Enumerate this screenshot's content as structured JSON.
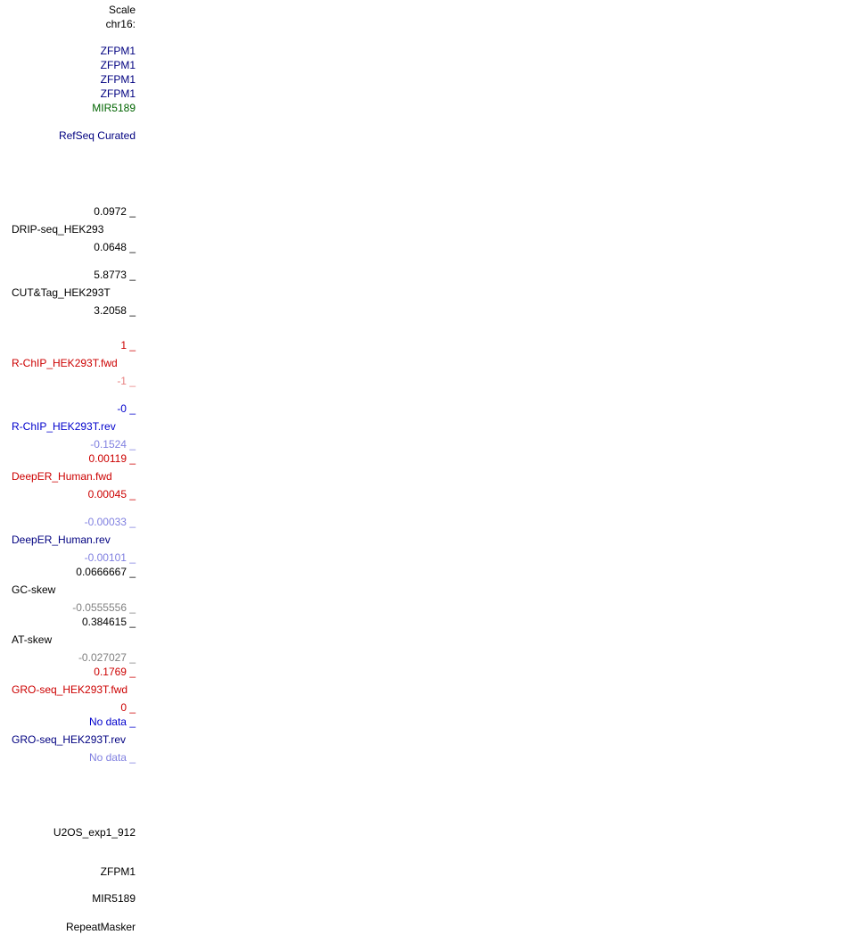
{
  "colors": {
    "black": "#000000",
    "navy": "#000080",
    "green": "#006400",
    "red": "#cc0000",
    "pink": "#e88080",
    "blue": "#0000cc",
    "light_blue": "#8080e0",
    "gray": "#808080"
  },
  "header": {
    "scale": "Scale",
    "chrom": "chr16:"
  },
  "gene_labels": [
    {
      "text": "ZFPM1",
      "color": "#000080"
    },
    {
      "text": "ZFPM1",
      "color": "#000080"
    },
    {
      "text": "ZFPM1",
      "color": "#000080"
    },
    {
      "text": "ZFPM1",
      "color": "#000080"
    },
    {
      "text": "MIR5189",
      "color": "#006400"
    }
  ],
  "refseq_title": "RefSeq Curated",
  "tracks": {
    "drip": {
      "name": "DRIP-seq_HEK293",
      "max": "0.0972 _",
      "min": "0.0648 _"
    },
    "cuttag": {
      "name": "CUT&Tag_HEK293T",
      "max": "5.8773 _",
      "min": "3.2058 _"
    },
    "rchip_fwd": {
      "name": "R-ChIP_HEK293T.fwd",
      "max": "1 _",
      "min": "-1 _"
    },
    "rchip_rev": {
      "name": "R-ChIP_HEK293T.rev",
      "max": "-0 _",
      "min": "-0.1524 _"
    },
    "deeper_fwd": {
      "name": "DeepER_Human.fwd",
      "max": "0.00119 _",
      "min": "0.00045 _"
    },
    "deeper_rev": {
      "name": "DeepER_Human.rev",
      "max": "-0.00033 _",
      "min": "-0.00101 _"
    },
    "gc_skew": {
      "name": "GC-skew",
      "max": "0.0666667 _",
      "min": "-0.0555556 _"
    },
    "at_skew": {
      "name": "AT-skew",
      "max": "0.384615 _",
      "min": "-0.027027 _"
    },
    "gro_fwd": {
      "name": "GRO-seq_HEK293T.fwd",
      "max": "0.1769 _",
      "min": "0 _"
    },
    "gro_rev": {
      "name": "GRO-seq_HEK293T.rev",
      "max": "No data _",
      "min": "No data _"
    }
  },
  "bottom": {
    "u2os": "U2OS_exp1_912",
    "zfpm1": "ZFPM1",
    "mir": "MIR5189",
    "repeat": "RepeatMasker"
  }
}
